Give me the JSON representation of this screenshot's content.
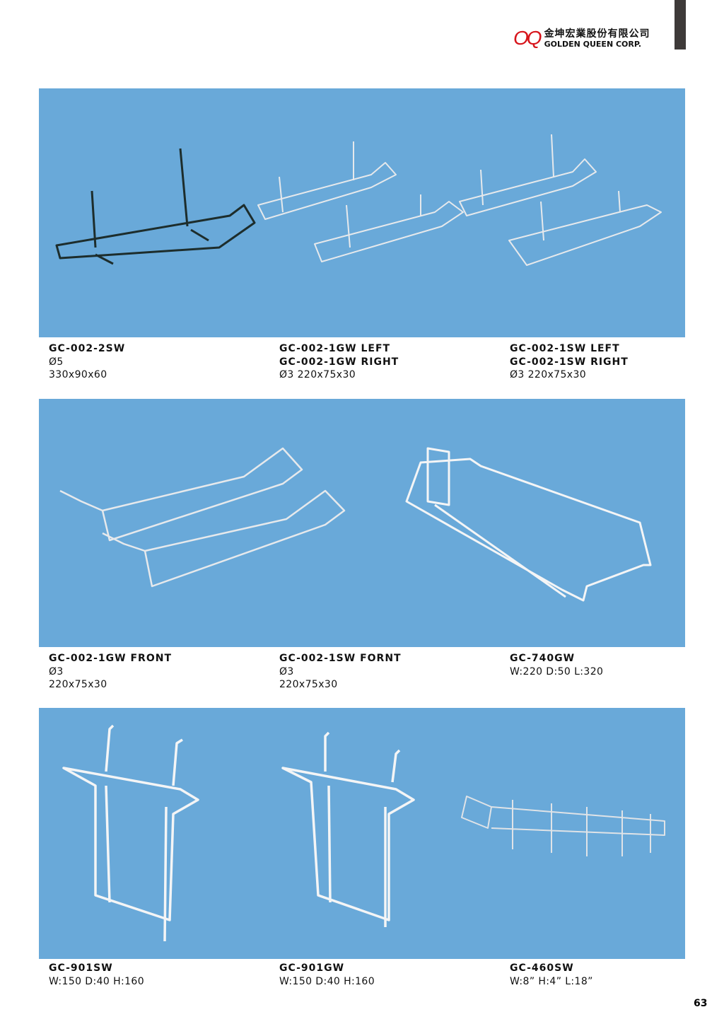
{
  "brand": {
    "mark": "OQ",
    "name_cn": "金坤宏業股份有限公司",
    "name_en": "GOLDEN QUEEN CORP."
  },
  "rows": [
    {
      "items": [
        {
          "titles": [
            "GC-002-2SW"
          ],
          "specs": [
            "Ø5",
            "330x90x60"
          ]
        },
        {
          "titles": [
            "GC-002-1GW LEFT",
            "GC-002-1GW RIGHT"
          ],
          "specs": [
            "Ø3 220x75x30"
          ]
        },
        {
          "titles": [
            "GC-002-1SW LEFT",
            "GC-002-1SW RIGHT"
          ],
          "specs": [
            "Ø3 220x75x30"
          ]
        }
      ]
    },
    {
      "items": [
        {
          "titles": [
            "GC-002-1GW FRONT"
          ],
          "specs": [
            "Ø3",
            "220x75x30"
          ]
        },
        {
          "titles": [
            "GC-002-1SW FORNT"
          ],
          "specs": [
            "Ø3",
            "220x75x30"
          ]
        },
        {
          "titles": [
            "GC-740GW"
          ],
          "specs": [
            "W:220 D:50 L:320"
          ]
        }
      ]
    },
    {
      "items": [
        {
          "titles": [
            "GC-901SW"
          ],
          "specs": [
            "W:150 D:40 H:160"
          ]
        },
        {
          "titles": [
            "GC-901GW"
          ],
          "specs": [
            "W:150 D:40 H:160"
          ]
        },
        {
          "titles": [
            "GC-460SW"
          ],
          "specs": [
            "W:8” H:4” L:18”"
          ]
        }
      ]
    }
  ],
  "page_number": "63",
  "colors": {
    "panel": "#69a9d9",
    "logo_red": "#d7141b"
  }
}
